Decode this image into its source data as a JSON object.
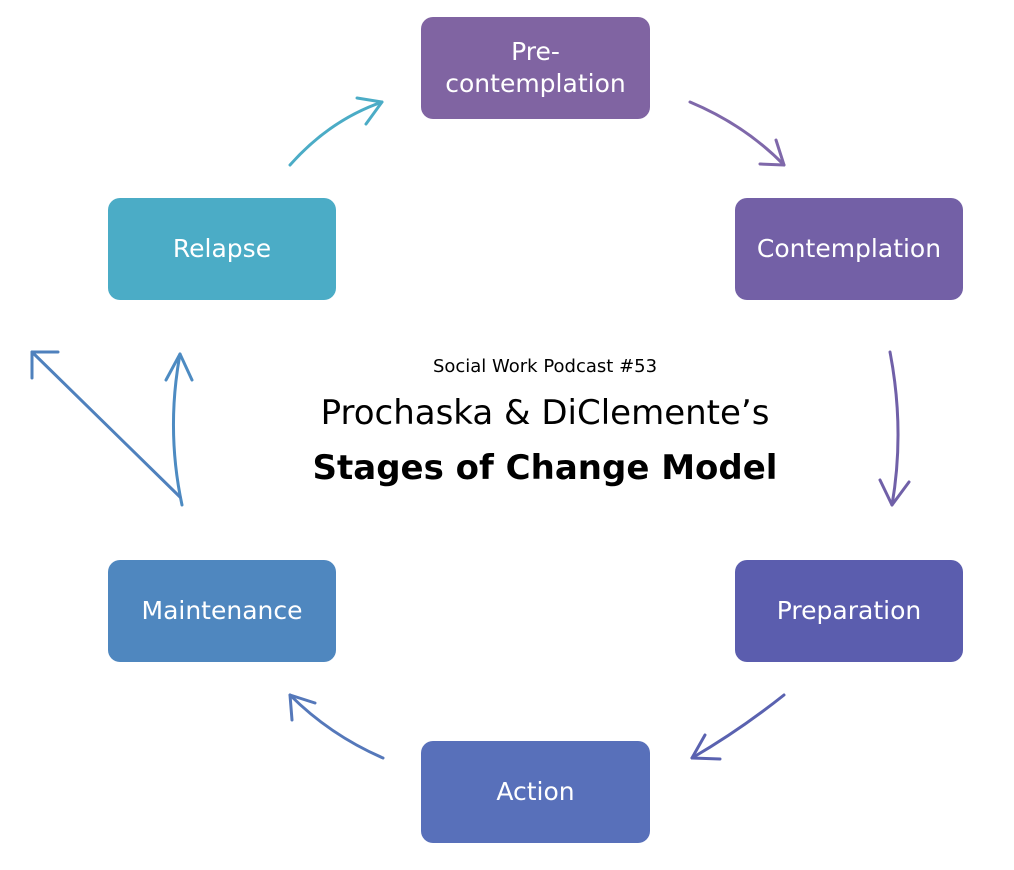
{
  "diagram": {
    "subtitle": "Social Work Podcast #53",
    "title_line1": "Prochaska & DiClemente’s",
    "title_line2": "Stages of Change Model",
    "stages": [
      {
        "label": "Pre-\ncontemplation",
        "color": "#8064A2"
      },
      {
        "label": "Contemplation",
        "color": "#7360A6"
      },
      {
        "label": "Preparation",
        "color": "#5B5DAE"
      },
      {
        "label": "Action",
        "color": "#5870BA"
      },
      {
        "label": "Maintenance",
        "color": "#4F87BF"
      },
      {
        "label": "Relapse",
        "color": "#4BACC6"
      }
    ],
    "arrow_colors": {
      "precontemplation_to_contemplation": "#7F68AA",
      "contemplation_to_preparation": "#7060A8",
      "preparation_to_action": "#5A62B0",
      "action_to_maintenance": "#5578BA",
      "maintenance_to_relapse": "#4D8BC2",
      "maintenance_exit": "#4F81BD",
      "relapse_to_precontemplation": "#4BACC6"
    }
  }
}
